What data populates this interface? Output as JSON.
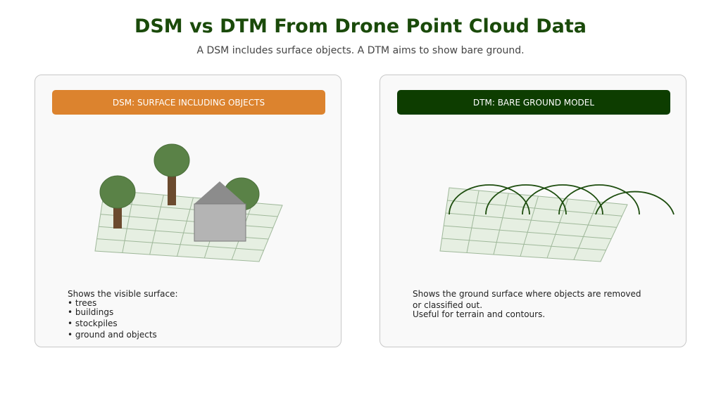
{
  "title": "DSM vs DTM From Drone Point Cloud Data",
  "subtitle": "A DSM includes surface objects. A DTM aims to show bare ground.",
  "colors": {
    "title": "#1a4a0a",
    "dsm_badge": "#dc832e",
    "dtm_badge": "#0d3d00",
    "grid_fill": "#e6efe2",
    "grid_line": "#9fb89a",
    "tree_canopy": "#5a8247",
    "tree_trunk": "#6b4a2e",
    "house_body": "#b4b4b4",
    "house_roof": "#8c8c8c",
    "contour": "#1d4d0e"
  },
  "dsm": {
    "badge": "DSM: SURFACE INCLUDING OBJECTS",
    "description": {
      "intro": "Shows the visible surface:",
      "bullets": [
        "• trees",
        "• buildings",
        "• stockpiles",
        "• ground and objects"
      ]
    },
    "icons": [
      "tree-icon",
      "tree-icon",
      "tree-icon",
      "house-icon",
      "ground-grid"
    ]
  },
  "dtm": {
    "badge": "DTM: BARE GROUND MODEL",
    "description": {
      "lines": [
        "Shows the ground surface where objects are removed",
        "or classified out.",
        "Useful for terrain and contours."
      ]
    },
    "icons": [
      "ground-grid",
      "contour-lines"
    ]
  }
}
